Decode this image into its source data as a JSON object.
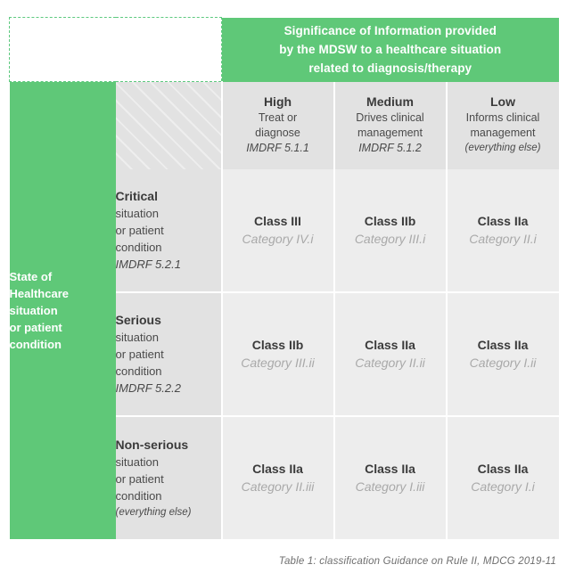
{
  "table": {
    "significance_header": [
      "Significance of Information provided",
      "by the MDSW to a healthcare situation",
      "related to diagnosis/therapy"
    ],
    "state_axis_label": [
      "State of",
      "Healthcare",
      "situation",
      "or patient",
      "condition"
    ],
    "column_headers": [
      {
        "title": "High",
        "desc_line1": "Treat or",
        "desc_line2": "diagnose",
        "ref": "IMDRF 5.1.1",
        "ref_small": false
      },
      {
        "title": "Medium",
        "desc_line1": "Drives clinical",
        "desc_line2": "management",
        "ref": "IMDRF 5.1.2",
        "ref_small": false
      },
      {
        "title": "Low",
        "desc_line1": "Informs clinical",
        "desc_line2": "management",
        "ref": "(everything else)",
        "ref_small": true
      }
    ],
    "rows": [
      {
        "label": {
          "title": "Critical",
          "desc_line1": "situation",
          "desc_line2": "or patient",
          "desc_line3": "condition",
          "ref": "IMDRF 5.2.1",
          "ref_small": false
        },
        "cells": [
          {
            "class": "Class III",
            "category": "Category IV.i"
          },
          {
            "class": "Class IIb",
            "category": "Category III.i"
          },
          {
            "class": "Class IIa",
            "category": "Category II.i"
          }
        ]
      },
      {
        "label": {
          "title": "Serious",
          "desc_line1": "situation",
          "desc_line2": "or patient",
          "desc_line3": "condition",
          "ref": "IMDRF 5.2.2",
          "ref_small": false
        },
        "cells": [
          {
            "class": "Class IIb",
            "category": "Category III.ii"
          },
          {
            "class": "Class IIa",
            "category": "Category II.ii"
          },
          {
            "class": "Class IIa",
            "category": "Category I.ii"
          }
        ]
      },
      {
        "label": {
          "title": "Non-serious",
          "desc_line1": "situation",
          "desc_line2": "or patient",
          "desc_line3": "condition",
          "ref": "(everything else)",
          "ref_small": true
        },
        "cells": [
          {
            "class": "Class IIa",
            "category": "Category II.iii"
          },
          {
            "class": "Class IIa",
            "category": "Category I.iii"
          },
          {
            "class": "Class IIa",
            "category": "Category I.i"
          }
        ]
      }
    ]
  },
  "caption": "Table 1: classification Guidance on Rule II, MDCG 2019-11",
  "colors": {
    "green": "#5fc878",
    "header_cell": "#e2e2e2",
    "data_cell": "#ededed",
    "grid": "#ffffff",
    "text_dark": "#3b3b3b",
    "text_muted": "#a9a9a9"
  }
}
